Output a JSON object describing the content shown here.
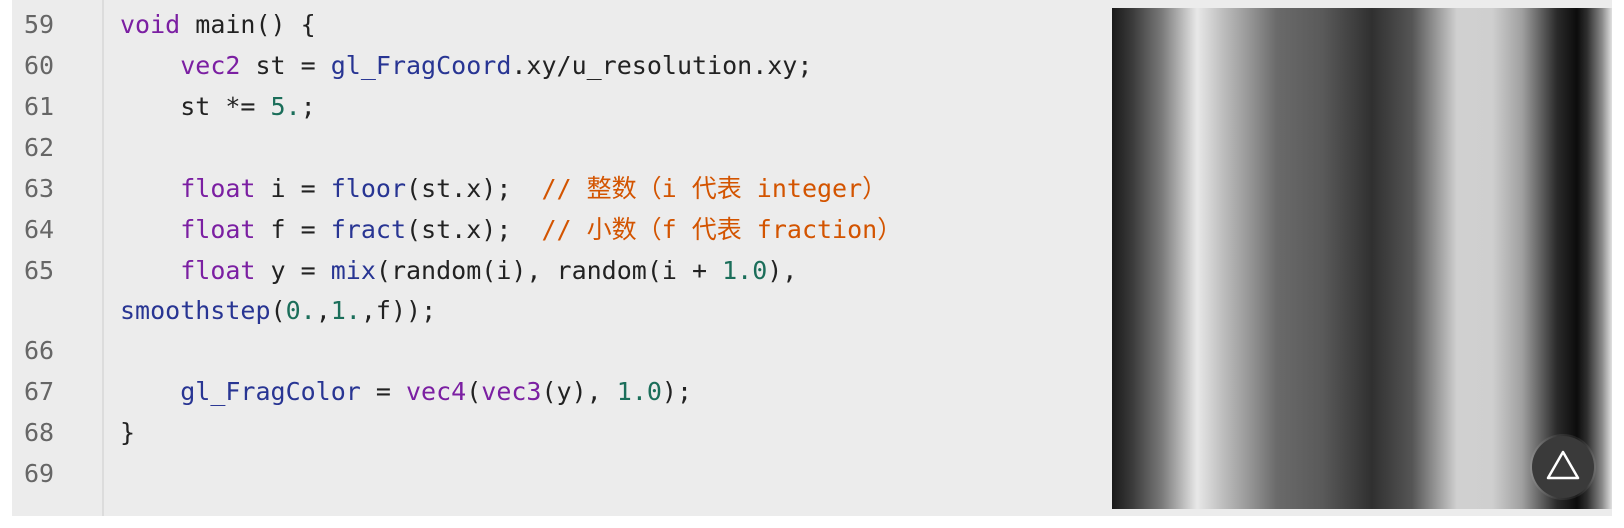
{
  "gutter": {
    "line_numbers": [
      "59",
      "60",
      "61",
      "62",
      "63",
      "64",
      "65",
      "66",
      "67",
      "68",
      "69"
    ]
  },
  "code": {
    "l59": {
      "kw": "void",
      "rest": " main() {"
    },
    "l60": {
      "type": "vec2",
      "a": " st = ",
      "fn": "gl_FragCoord",
      "b": ".xy/u_resolution.xy;"
    },
    "l61": {
      "a": "st *= ",
      "num": "5.",
      "b": ";"
    },
    "l63": {
      "type": "float",
      "a": " i = ",
      "fn": "floor",
      "b": "(st.x);  ",
      "comment": "// 整数（i 代表 integer）"
    },
    "l64": {
      "type": "float",
      "a": " f = ",
      "fn": "fract",
      "b": "(st.x);  ",
      "comment": "// 小数（f 代表 fraction）"
    },
    "l65": {
      "type": "float",
      "a": " y = ",
      "fn": "mix",
      "b": "(random(i), random(i + ",
      "num": "1.0",
      "c": "),"
    },
    "l65b": {
      "fn": "smoothstep",
      "a": "(",
      "num1": "0.",
      "b": ",",
      "num2": "1.",
      "c": ",f));"
    },
    "l67": {
      "var": "gl_FragColor",
      "a": " = ",
      "fn": "vec4",
      "b": "(",
      "fn2": "vec3",
      "c": "(y), ",
      "num": "1.0",
      "d": ");"
    },
    "l68": {
      "text": "}"
    }
  },
  "preview": {
    "icon": "triangle-outline-icon"
  },
  "colors": {
    "keyword": "#7b1fa2",
    "function": "#283593",
    "number": "#1b6e5a",
    "comment": "#d35400"
  }
}
